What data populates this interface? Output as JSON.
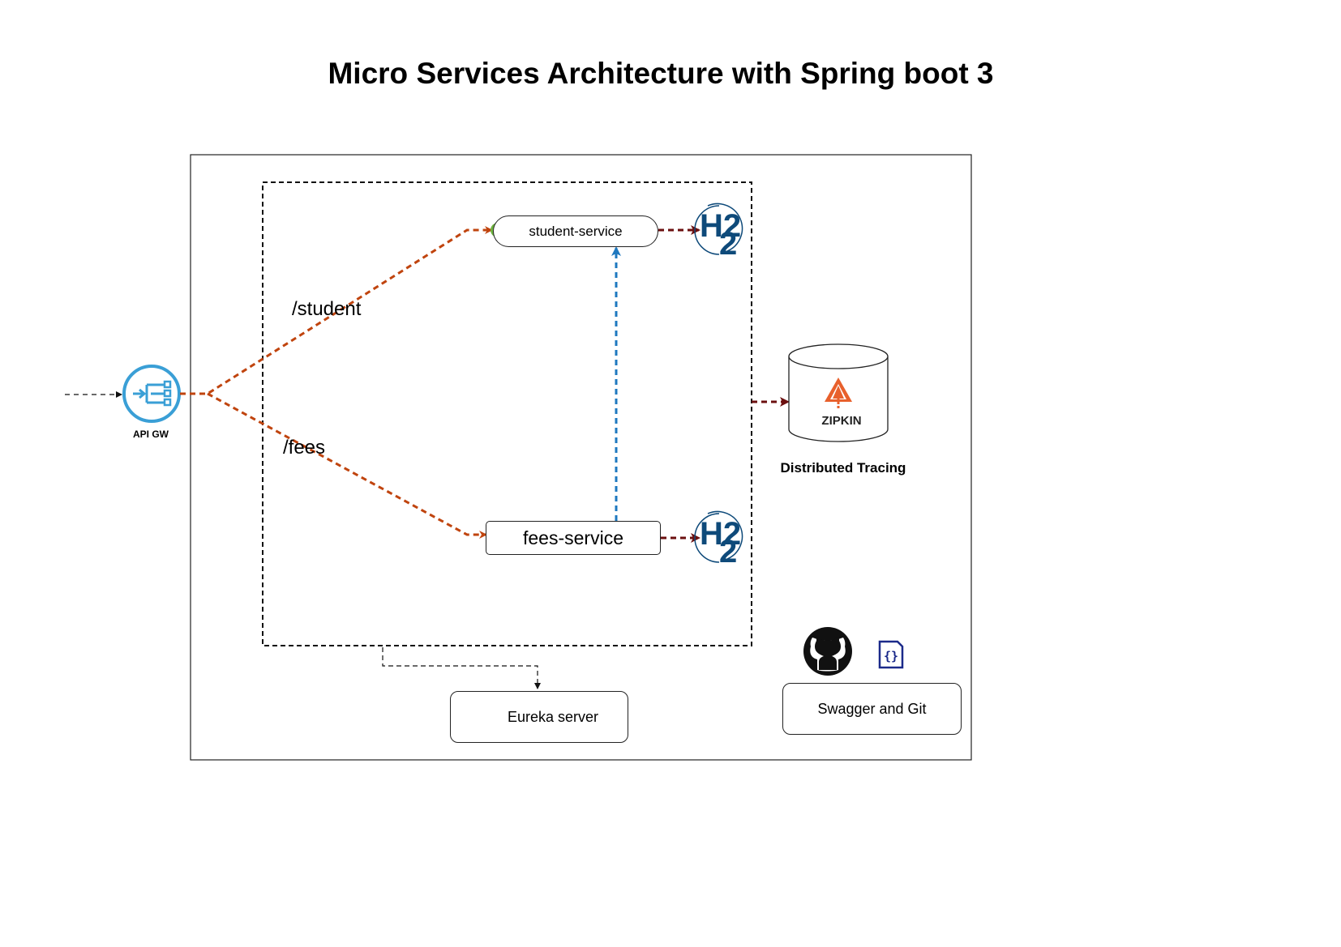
{
  "title": "Micro Services Architecture with Spring boot 3",
  "gateway": {
    "label": "API GW",
    "icon": "api-gateway-icon"
  },
  "routes": {
    "student": "/student",
    "fees": "/fees"
  },
  "services": {
    "student": "student-service",
    "fees": "fees-service",
    "eureka": "Eureka server"
  },
  "database": {
    "icon": "h2-database-icon",
    "text": "H2"
  },
  "tracing": {
    "logo_text": "ZIPKIN",
    "label": "Distributed Tracing"
  },
  "tools": {
    "label": "Swagger and Git",
    "icons": [
      "github-icon",
      "swagger-icon"
    ]
  },
  "colors": {
    "route_arrow": "#c0440e",
    "db_arrow": "#6b0f0f",
    "service_call_arrow": "#1e78bf",
    "gateway_icon": "#3a9fd6",
    "spring_green": "#6db33f",
    "h2_navy": "#0e4a7a",
    "zipkin_orange": "#e8602c",
    "swagger_navy": "#1b2a8a"
  }
}
